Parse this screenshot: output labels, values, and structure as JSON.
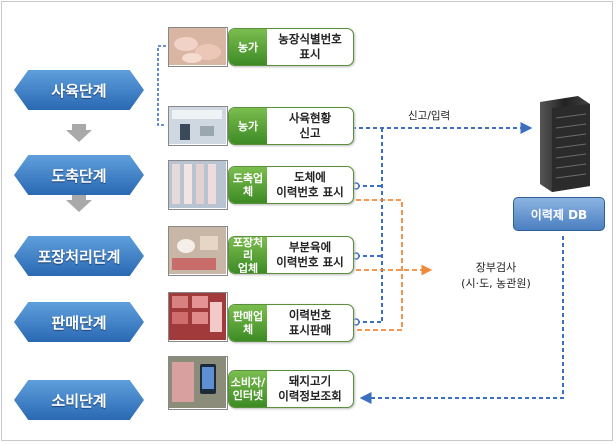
{
  "stages": [
    {
      "label": "사육단계"
    },
    {
      "label": "도축단계"
    },
    {
      "label": "포장처리단계"
    },
    {
      "label": "판매단계"
    },
    {
      "label": "소비단계"
    }
  ],
  "steps": [
    {
      "tag": "농가",
      "desc": "농장식별번호\n표시",
      "photo": "pig-farm-photo"
    },
    {
      "tag": "농가",
      "desc": "사육현황\n신고",
      "photo": "farm-office-photo"
    },
    {
      "tag": "도축업체",
      "desc": "도체에\n이력번호 표시",
      "photo": "carcass-photo"
    },
    {
      "tag": "포장처리\n업체",
      "desc": "부분육에\n이력번호 표시",
      "photo": "meat-processing-photo"
    },
    {
      "tag": "판매업체",
      "desc": "이력번호\n표시판매",
      "photo": "meat-display-photo"
    },
    {
      "tag": "소비자/\n인터넷",
      "desc": "돼지고기\n이력정보조회",
      "photo": "smartphone-lookup-photo"
    }
  ],
  "report_label": "신고/입력",
  "db_label": "이력제 DB",
  "inspection": {
    "line1": "장부검사",
    "line2": "(시·도, 농관원)"
  },
  "colors": {
    "stage": "#3b7fcb",
    "tag": "#4f9a30",
    "report_arrow": "#3c6fbf",
    "inspect_arrow": "#f08a3a"
  }
}
